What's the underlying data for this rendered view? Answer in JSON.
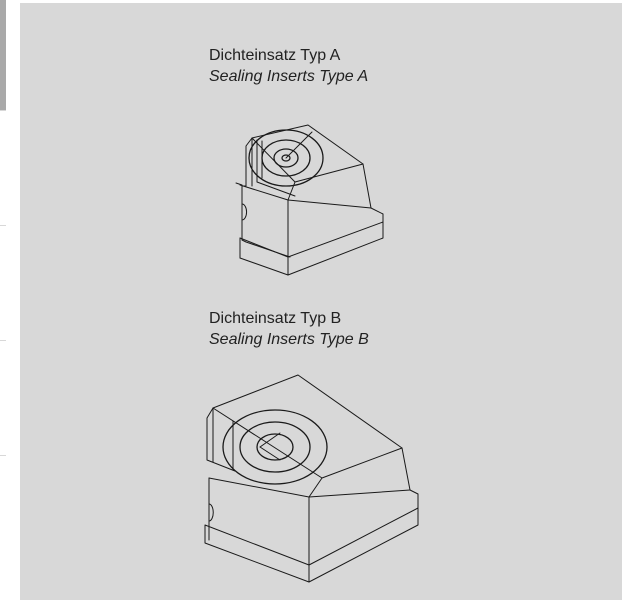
{
  "items": [
    {
      "title_de": "Dichteinsatz Typ A",
      "title_en": "Sealing Inserts Type A",
      "drawing_icon": "sealing-insert-type-a-icon"
    },
    {
      "title_de": "Dichteinsatz Typ B",
      "title_en": "Sealing Inserts Type B",
      "drawing_icon": "sealing-insert-type-b-icon"
    }
  ],
  "colors": {
    "panel_background": "#d8d8d8",
    "line": "#1a1a1a",
    "text": "#222222"
  }
}
